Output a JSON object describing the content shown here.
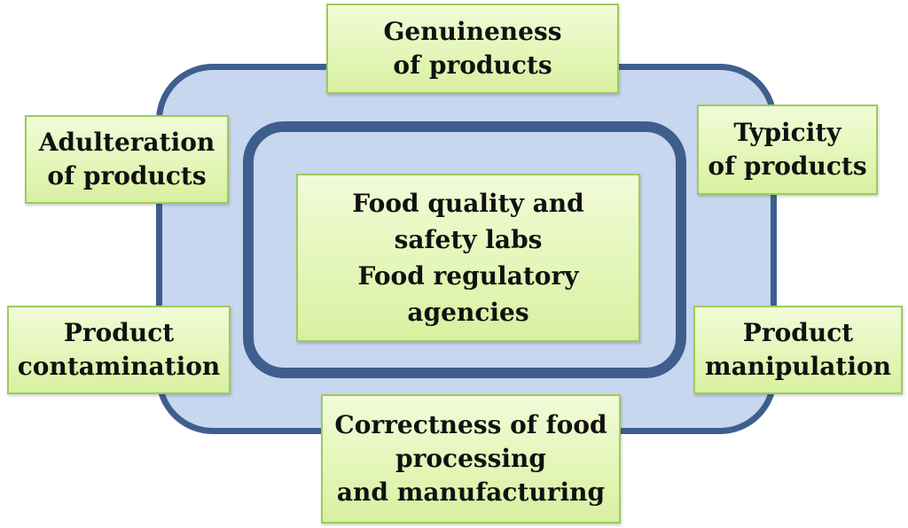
{
  "diagram": {
    "center": {
      "lines": [
        "Food quality and",
        "safety labs",
        "Food regulatory",
        "agencies"
      ]
    },
    "top": {
      "lines": [
        "Genuineness",
        "of products"
      ]
    },
    "left_top": {
      "lines": [
        "Adulteration",
        "of products"
      ]
    },
    "right_top": {
      "lines": [
        "Typicity",
        "of products"
      ]
    },
    "left_bottom": {
      "lines": [
        "Product",
        "contamination"
      ]
    },
    "right_bottom": {
      "lines": [
        "Product",
        "manipulation"
      ]
    },
    "bottom": {
      "lines": [
        "Correctness of food",
        "processing",
        "and manufacturing"
      ]
    },
    "colors": {
      "frame_fill": "#c7d7ef",
      "frame_border": "#3e5f8e",
      "box_fill": "#e4f6b9",
      "box_border": "#9ccb5c"
    }
  }
}
